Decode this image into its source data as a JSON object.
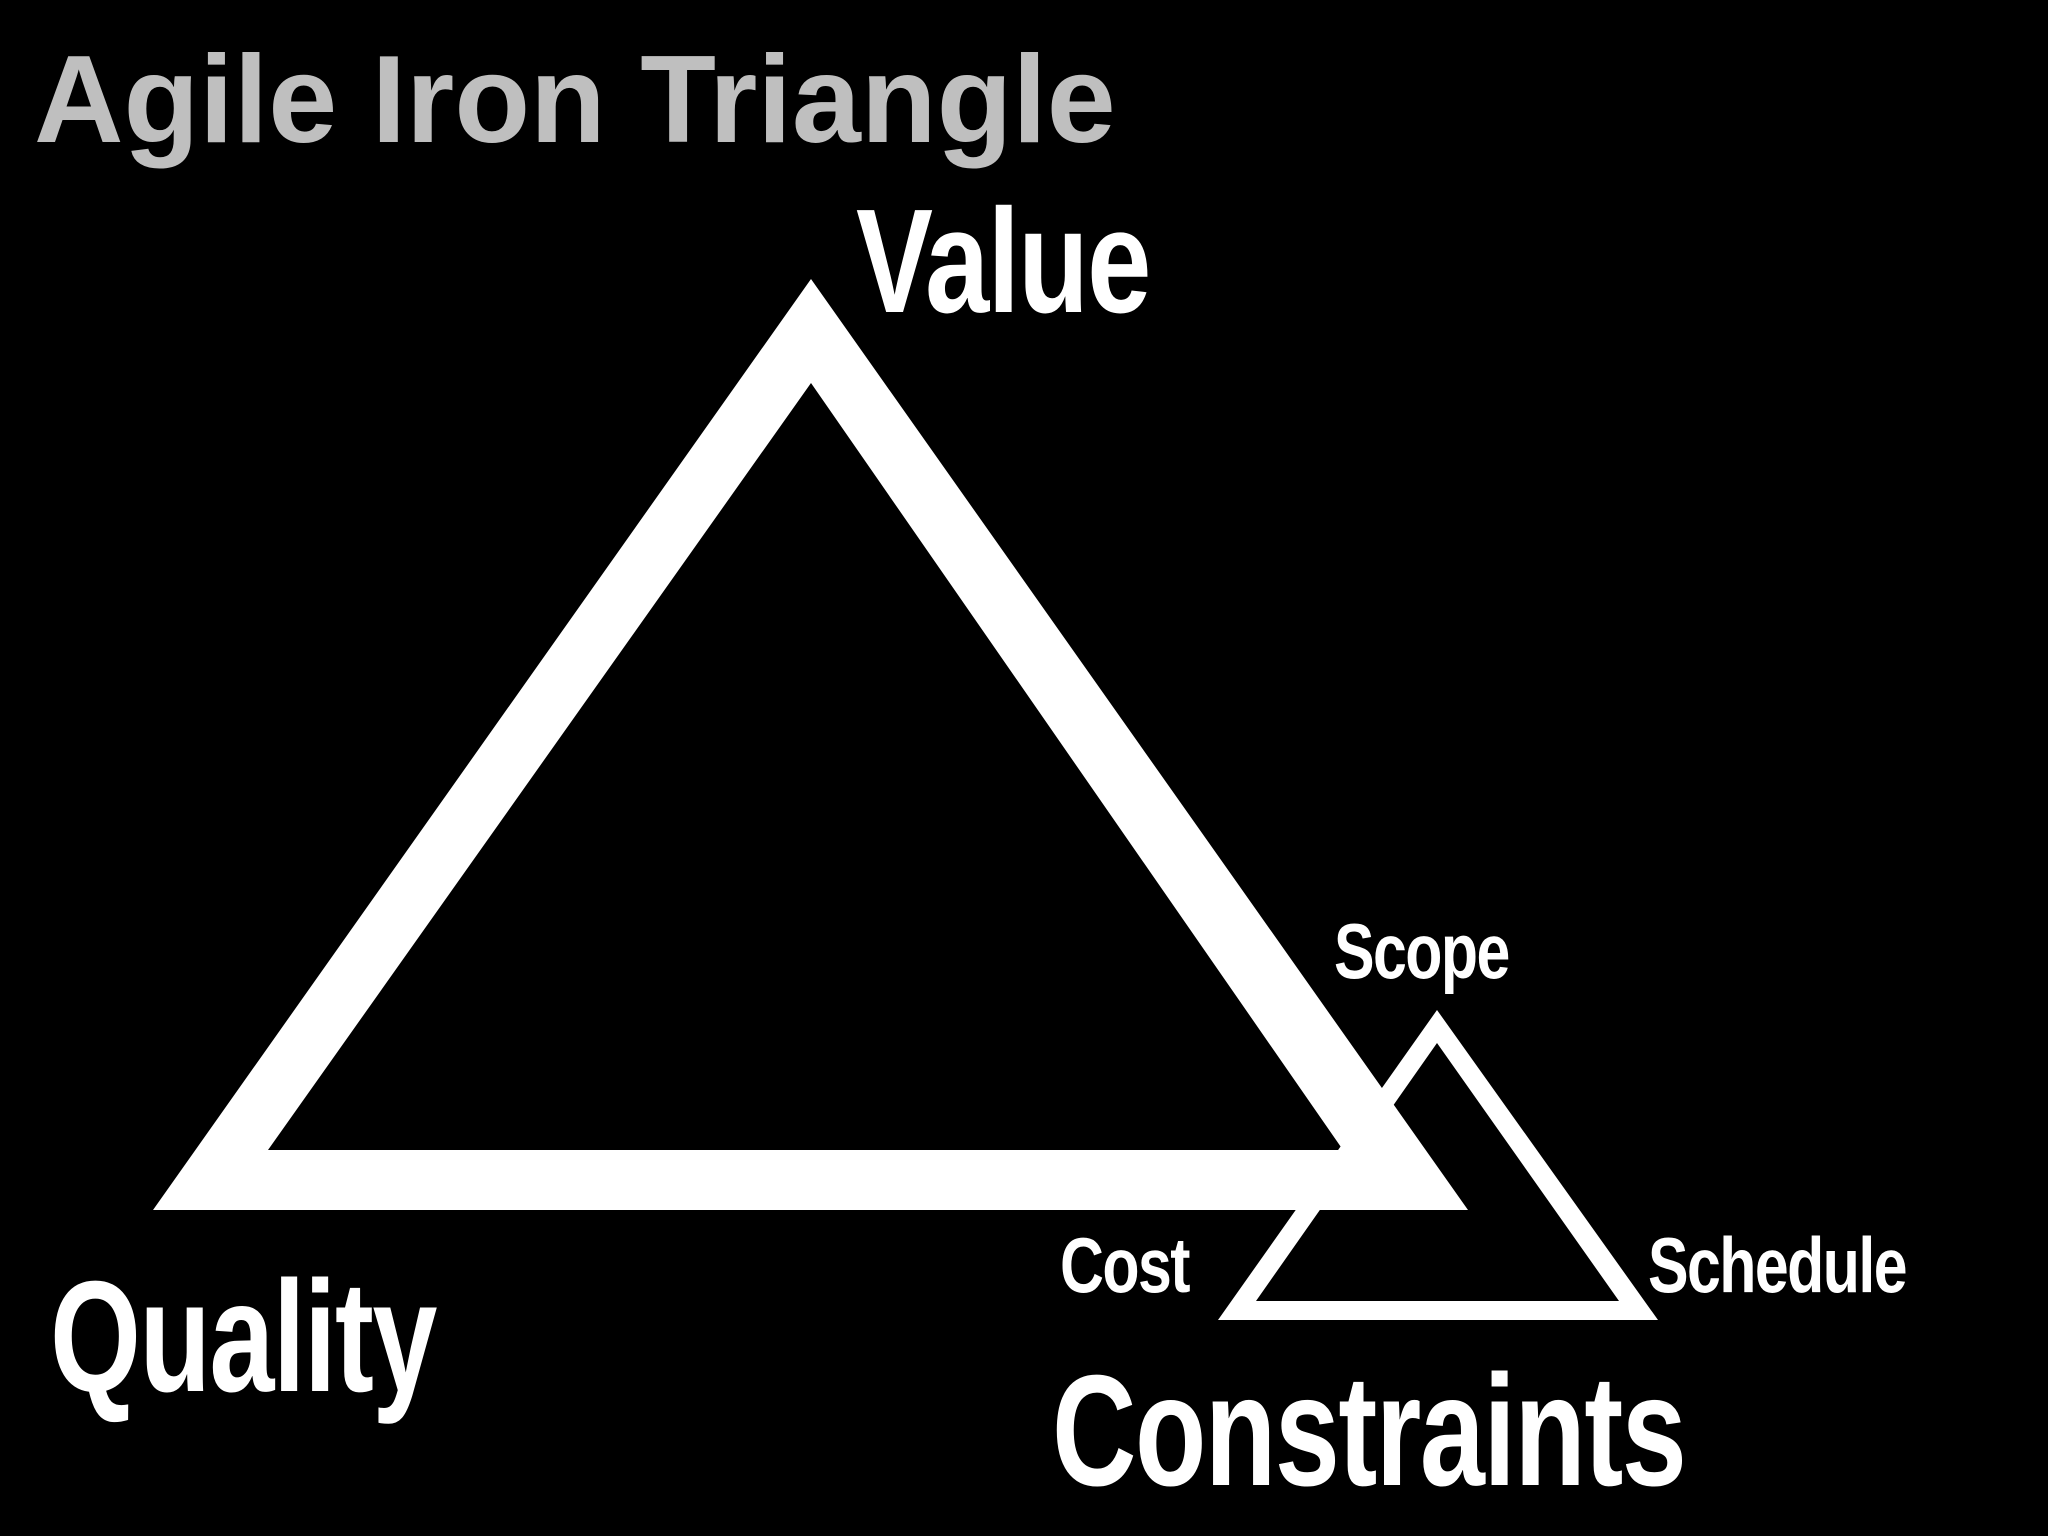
{
  "title": "Agile Iron Triangle",
  "value_triangle": {
    "label_top": "Value",
    "label_bottom_left": "Quality",
    "label_bottom_right": "Constraints"
  },
  "constraints_triangle": {
    "label_top": "Scope",
    "label_bottom_left": "Cost",
    "label_bottom_right": "Schedule"
  },
  "colors": {
    "background": "#000000",
    "title": "#bfbfbf",
    "foreground": "#ffffff"
  }
}
